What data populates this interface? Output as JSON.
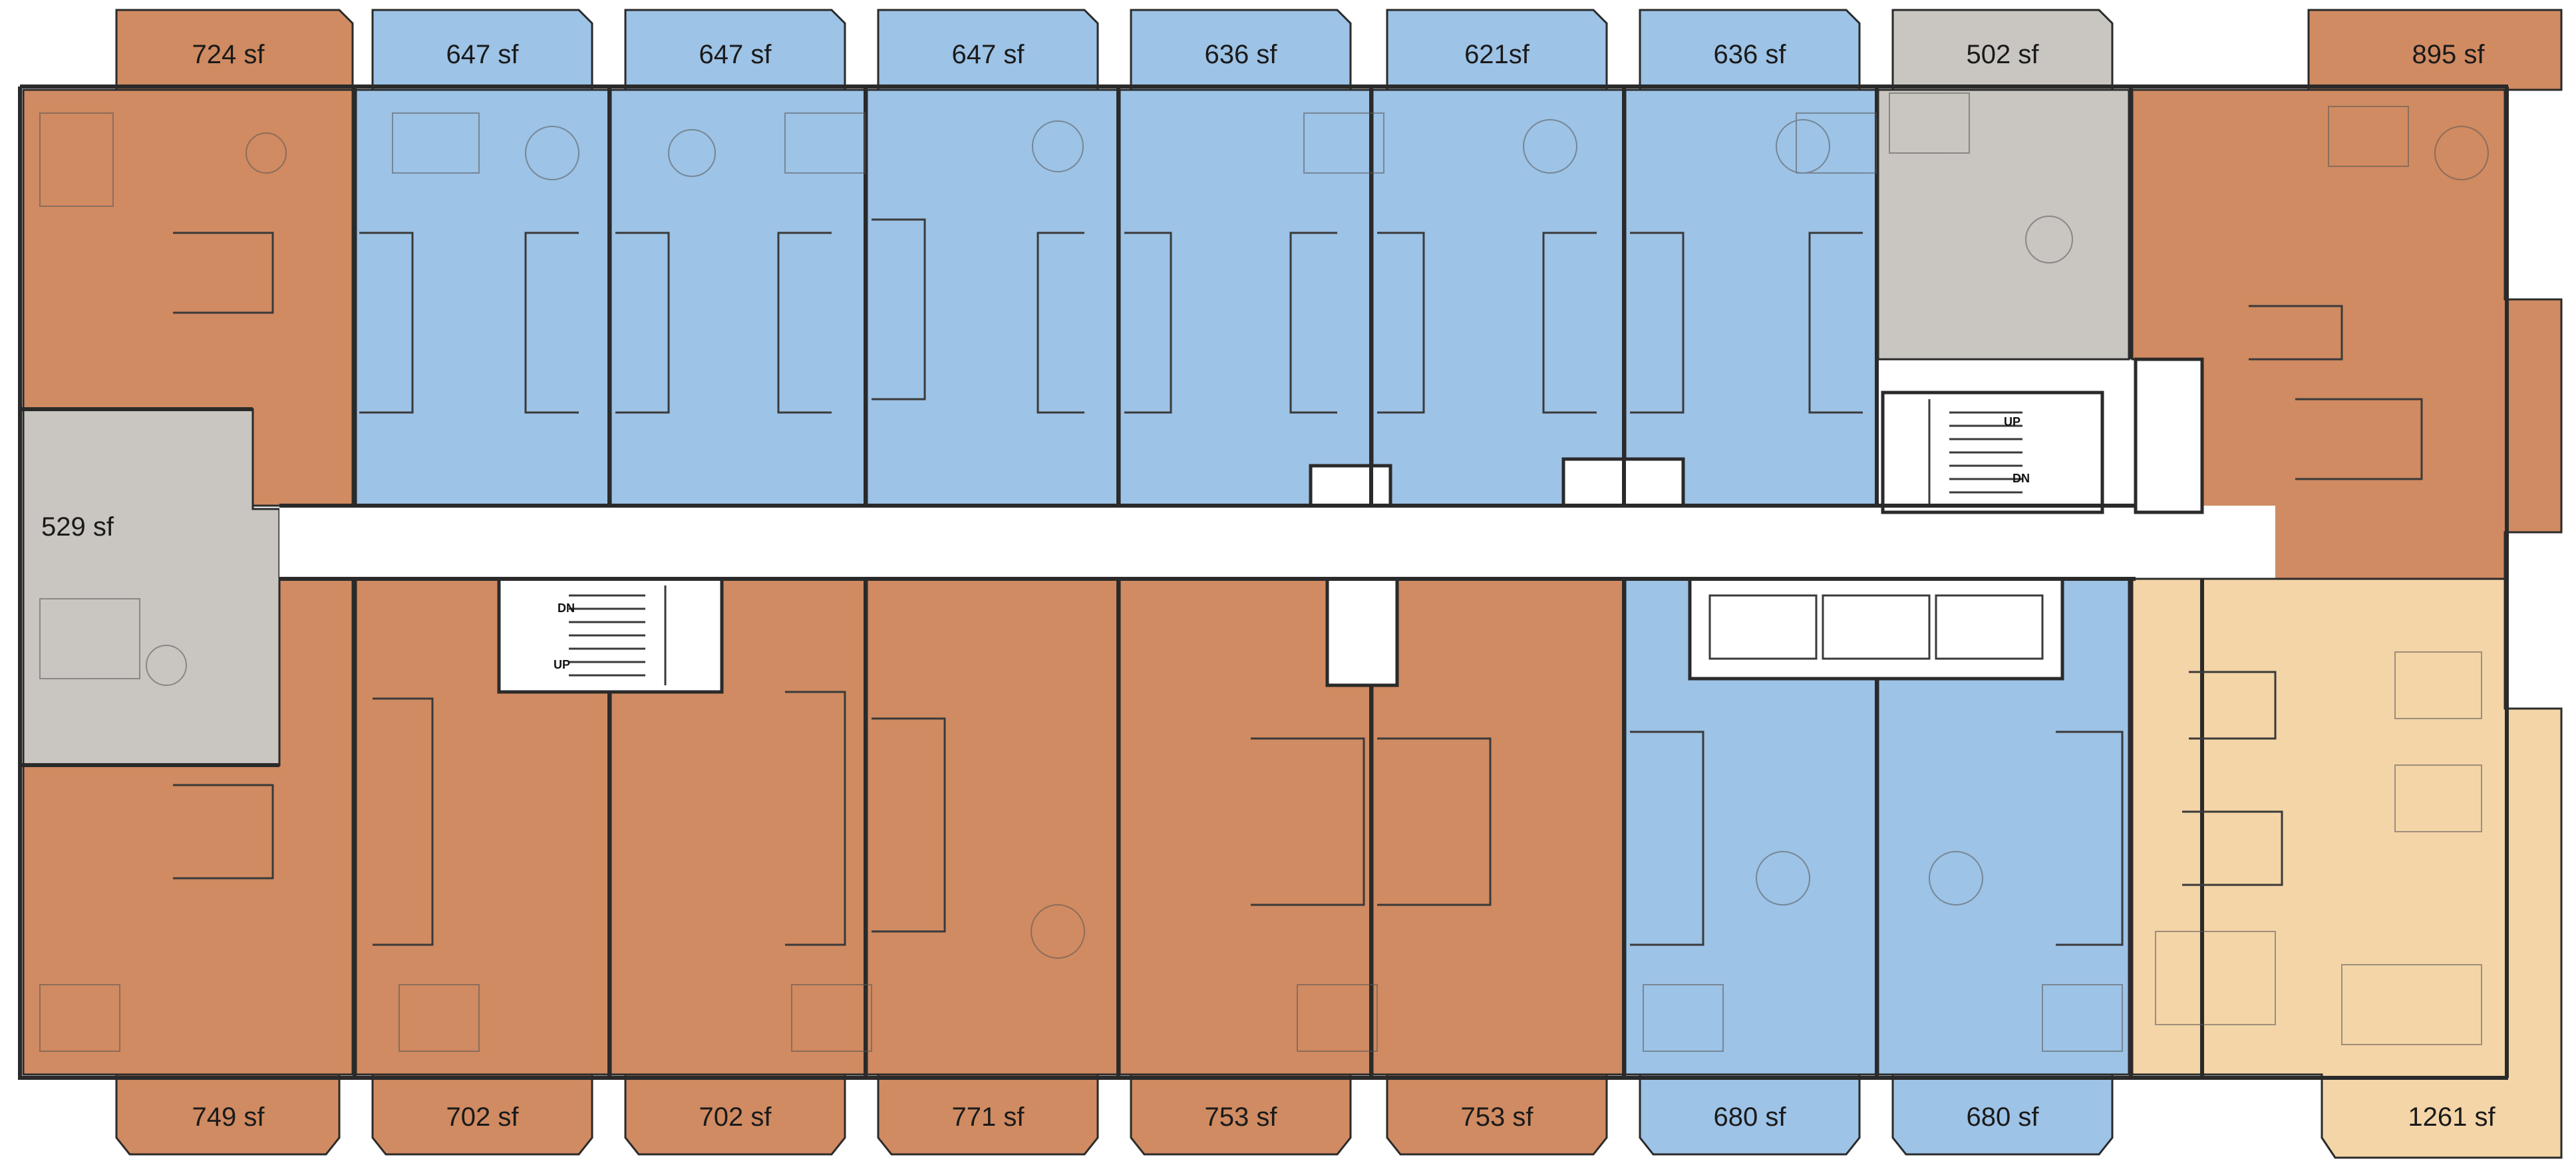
{
  "colors": {
    "blue": "#9dc3e6",
    "orange": "#d08b62",
    "gray": "#c9c5c0",
    "peach": "#f4d5a7",
    "corridor": "#ffffff",
    "wall": "#2a2a2a"
  },
  "units_top": [
    {
      "id": "t1",
      "area": "724 sf",
      "color": "orange"
    },
    {
      "id": "t2",
      "area": "647 sf",
      "color": "blue"
    },
    {
      "id": "t3",
      "area": "647 sf",
      "color": "blue"
    },
    {
      "id": "t4",
      "area": "647 sf",
      "color": "blue"
    },
    {
      "id": "t5",
      "area": "636 sf",
      "color": "blue"
    },
    {
      "id": "t6",
      "area": "621sf",
      "color": "blue"
    },
    {
      "id": "t7",
      "area": "636 sf",
      "color": "blue"
    },
    {
      "id": "t8",
      "area": "502 sf",
      "color": "gray"
    },
    {
      "id": "t9",
      "area": "895 sf",
      "color": "orange"
    }
  ],
  "unit_left_middle": {
    "id": "l1",
    "area": "529 sf",
    "color": "gray"
  },
  "units_bottom": [
    {
      "id": "b1",
      "area": "749 sf",
      "color": "orange"
    },
    {
      "id": "b2",
      "area": "702 sf",
      "color": "orange"
    },
    {
      "id": "b3",
      "area": "702 sf",
      "color": "orange"
    },
    {
      "id": "b4",
      "area": "771 sf",
      "color": "orange"
    },
    {
      "id": "b5",
      "area": "753 sf",
      "color": "orange"
    },
    {
      "id": "b6",
      "area": "753 sf",
      "color": "orange"
    },
    {
      "id": "b7",
      "area": "680 sf",
      "color": "blue"
    },
    {
      "id": "b8",
      "area": "680 sf",
      "color": "blue"
    },
    {
      "id": "b9",
      "area": "1261 sf",
      "color": "peach"
    }
  ],
  "stairs": {
    "north": {
      "up": "UP",
      "down": "DN"
    },
    "south": {
      "up": "UP",
      "down": "DN"
    }
  }
}
